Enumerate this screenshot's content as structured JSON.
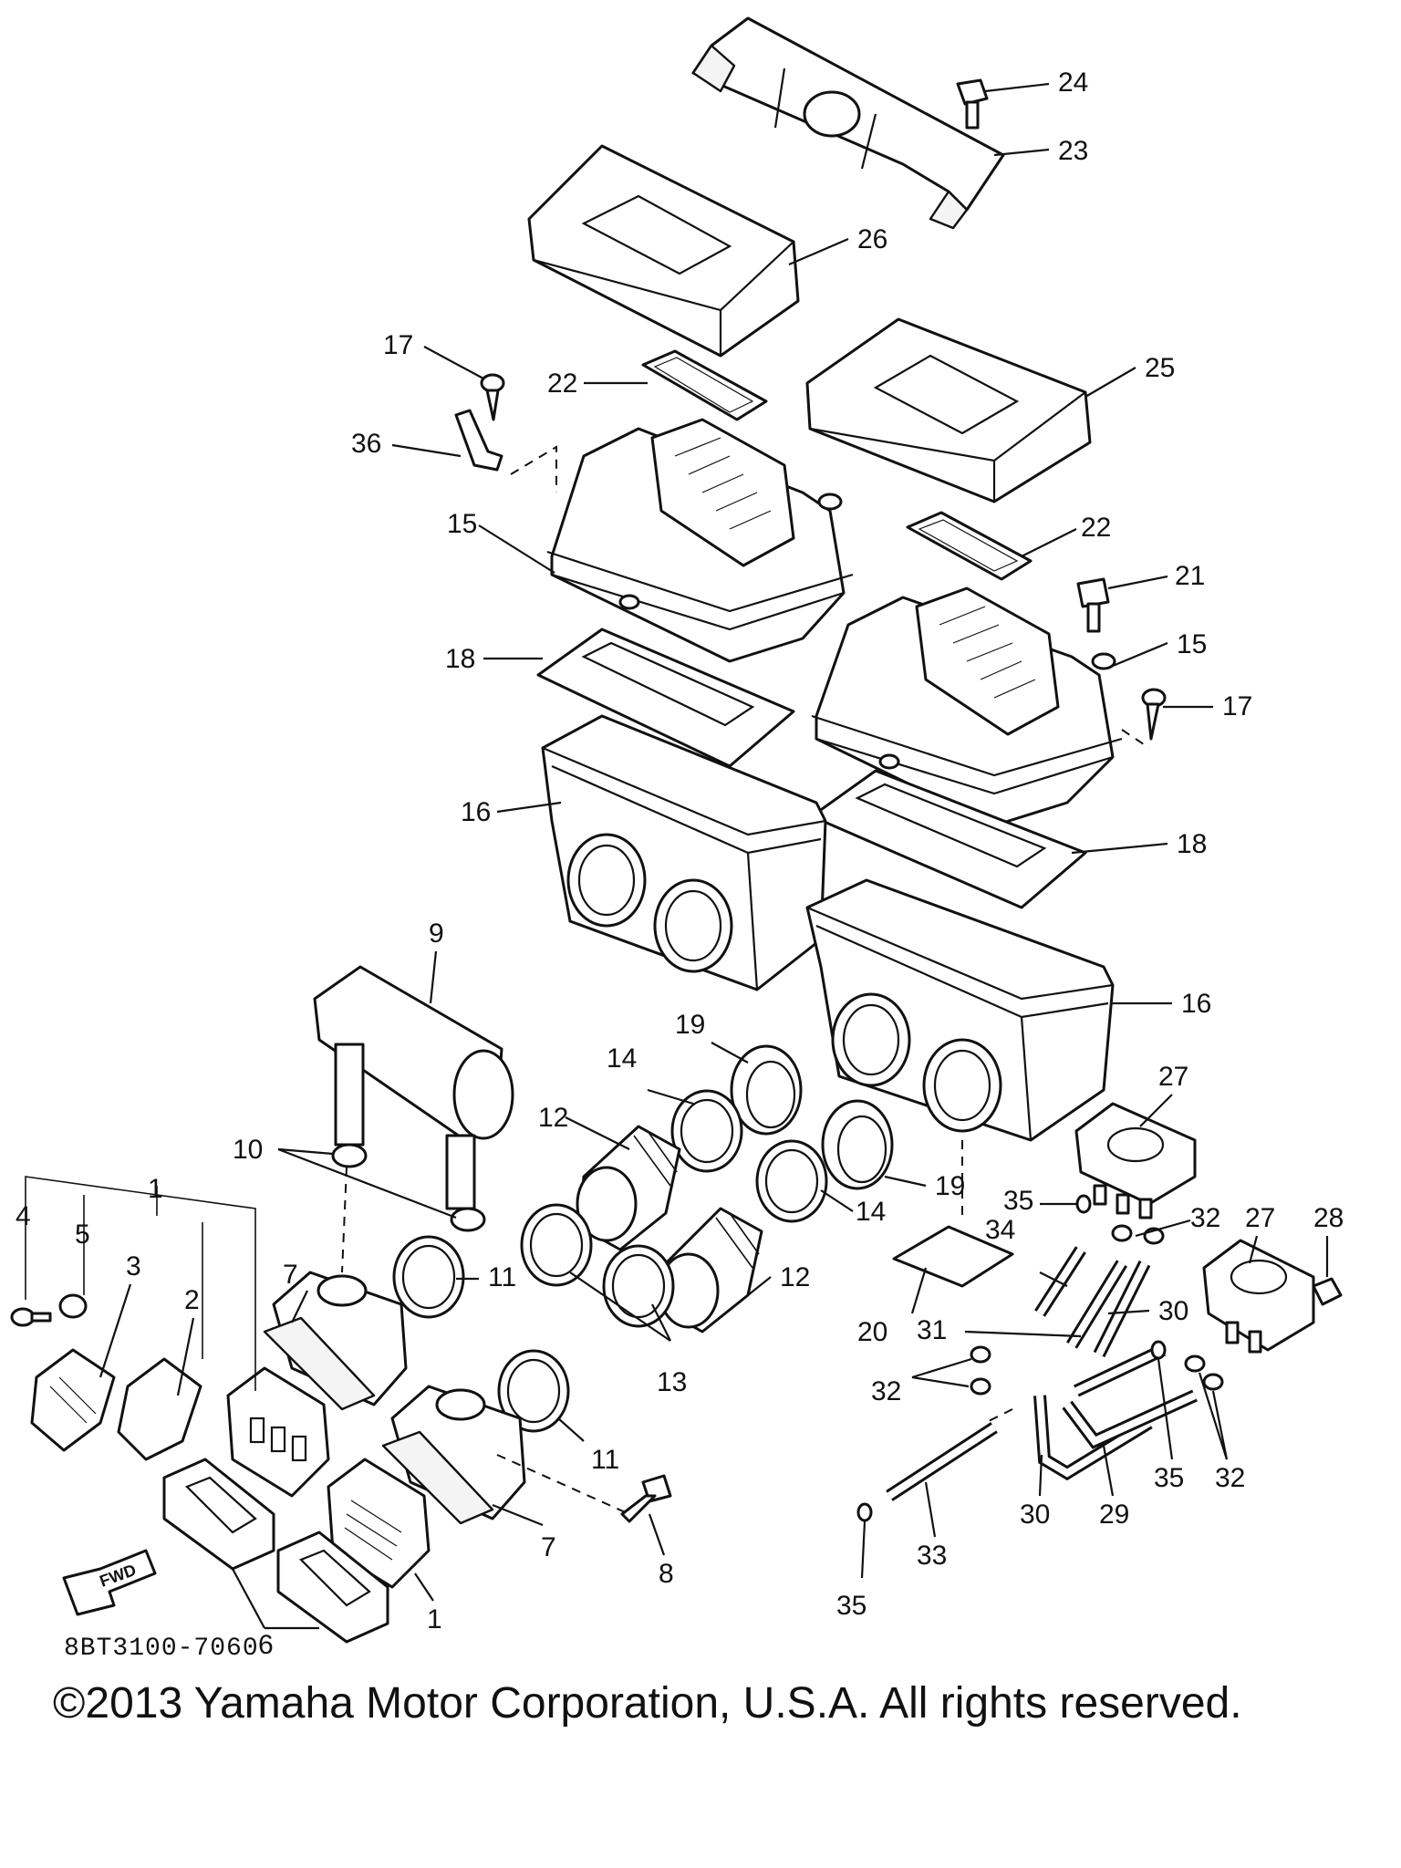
{
  "diagram_code": "8BT3100-7060",
  "copyright": "©2013 Yamaha Motor Corporation, U.S.A. All rights reserved.",
  "fwd_label": "FWD",
  "callouts": [
    {
      "id": "c24",
      "label": "24"
    },
    {
      "id": "c23",
      "label": "23"
    },
    {
      "id": "c26",
      "label": "26"
    },
    {
      "id": "c17a",
      "label": "17"
    },
    {
      "id": "c22a",
      "label": "22"
    },
    {
      "id": "c25",
      "label": "25"
    },
    {
      "id": "c36",
      "label": "36"
    },
    {
      "id": "c15a",
      "label": "15"
    },
    {
      "id": "c22b",
      "label": "22"
    },
    {
      "id": "c21",
      "label": "21"
    },
    {
      "id": "c18a",
      "label": "18"
    },
    {
      "id": "c15b",
      "label": "15"
    },
    {
      "id": "c17b",
      "label": "17"
    },
    {
      "id": "c16a",
      "label": "16"
    },
    {
      "id": "c18b",
      "label": "18"
    },
    {
      "id": "c9",
      "label": "9"
    },
    {
      "id": "c16b",
      "label": "16"
    },
    {
      "id": "c19a",
      "label": "19"
    },
    {
      "id": "c14a",
      "label": "14"
    },
    {
      "id": "c27a",
      "label": "27"
    },
    {
      "id": "c12a",
      "label": "12"
    },
    {
      "id": "c10",
      "label": "10"
    },
    {
      "id": "c19b",
      "label": "19"
    },
    {
      "id": "c35a",
      "label": "35"
    },
    {
      "id": "c32a",
      "label": "32"
    },
    {
      "id": "c27b",
      "label": "27"
    },
    {
      "id": "c28",
      "label": "28"
    },
    {
      "id": "c1a",
      "label": "1"
    },
    {
      "id": "c4",
      "label": "4"
    },
    {
      "id": "c5",
      "label": "5"
    },
    {
      "id": "c3",
      "label": "3"
    },
    {
      "id": "c2",
      "label": "2"
    },
    {
      "id": "c7a",
      "label": "7"
    },
    {
      "id": "c11a",
      "label": "11"
    },
    {
      "id": "c14b",
      "label": "14"
    },
    {
      "id": "c34",
      "label": "34"
    },
    {
      "id": "c12b",
      "label": "12"
    },
    {
      "id": "c20",
      "label": "20"
    },
    {
      "id": "c31",
      "label": "31"
    },
    {
      "id": "c30a",
      "label": "30"
    },
    {
      "id": "c13",
      "label": "13"
    },
    {
      "id": "c32b",
      "label": "32"
    },
    {
      "id": "c11b",
      "label": "11"
    },
    {
      "id": "c35b",
      "label": "35"
    },
    {
      "id": "c32c",
      "label": "32"
    },
    {
      "id": "c30b",
      "label": "30"
    },
    {
      "id": "c29",
      "label": "29"
    },
    {
      "id": "c7b",
      "label": "7"
    },
    {
      "id": "c8",
      "label": "8"
    },
    {
      "id": "c33",
      "label": "33"
    },
    {
      "id": "c1b",
      "label": "1"
    },
    {
      "id": "c6",
      "label": "6"
    },
    {
      "id": "c35c",
      "label": "35"
    }
  ]
}
